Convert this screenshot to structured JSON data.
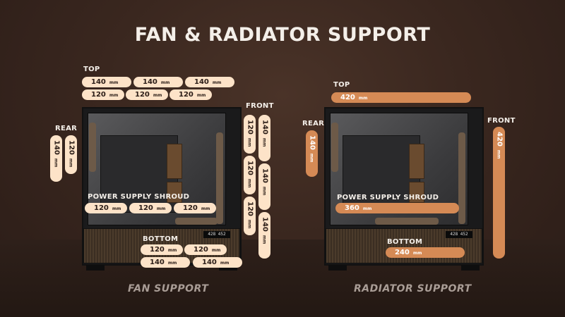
{
  "title": "FAN & RADIATOR SUPPORT",
  "unit": "mm",
  "fan": {
    "caption": "FAN SUPPORT",
    "top_label": "TOP",
    "top_row1": [
      "140",
      "140",
      "140"
    ],
    "top_row2": [
      "120",
      "120",
      "120"
    ],
    "rear_label": "REAR",
    "rear": [
      "140",
      "120"
    ],
    "front_label": "FRONT",
    "front_col1": [
      "120",
      "120",
      "120"
    ],
    "front_col2": [
      "140",
      "140",
      "140"
    ],
    "psu_label": "POWER SUPPLY SHROUD",
    "psu": [
      "120",
      "120",
      "120"
    ],
    "bottom_label": "BOTTOM",
    "bottom_row1": [
      "120",
      "120"
    ],
    "bottom_row2": [
      "140",
      "140"
    ]
  },
  "radiator": {
    "caption": "RADIATOR SUPPORT",
    "top_label": "TOP",
    "top": "420",
    "rear_label": "REAR",
    "rear": "140",
    "front_label": "FRONT",
    "front": "420",
    "psu_label": "POWER SUPPLY SHROUD",
    "psu": "360",
    "bottom_label": "BOTTOM",
    "bottom": "240"
  },
  "case_display": "428  452",
  "colors": {
    "pill": "#fde3c8",
    "pill_accent": "#d58a55",
    "background": "#3a271f"
  }
}
